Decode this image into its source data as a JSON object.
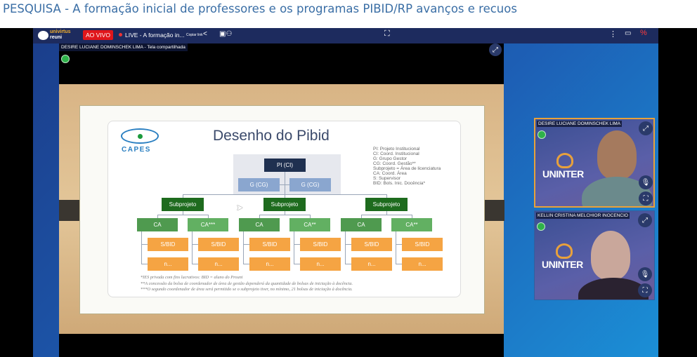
{
  "page_title": "PESQUISA - A formação inicial de professores e os programas PIBID/RP avanços e recuos",
  "topbar": {
    "brand_top": "univirtus",
    "brand_bottom": "reuni",
    "live_badge": "AO VIVO",
    "live_title": "LIVE - A formação in...",
    "copy_link": "Copiar link"
  },
  "share": {
    "label": "DESIRE LUCIANE DOMINSCHEK LIMA - Tela compartilhada"
  },
  "slide": {
    "title": "Desenho do Pibid",
    "logo_text": "CAPES",
    "root": "PI (CI)",
    "groups": [
      "G (CG)",
      "G (CG)"
    ],
    "subprojects": [
      "Subprojeto",
      "Subprojeto",
      "Subprojeto"
    ],
    "cas": [
      "CA",
      "CA***",
      "CA",
      "CA**",
      "CA",
      "CA**"
    ],
    "sbid": "S/BID",
    "n": "n...",
    "legend": [
      "PI: Projeto Institucional",
      "CI: Coord. Institucional",
      "G: Grupo Gestor",
      "CG: Coord. Gestão**",
      "Subprojeto = Área de licenciatura",
      "CA: Coord. Área",
      "S: Supervisor",
      "BID: Bols. Inic. Docência*"
    ],
    "footnotes": [
      "*IES privada com fins lucrativos: BID = aluno do Prouni",
      "**A concessão da bolsa de coordenador de área de gestão dependerá da quantidade de bolsas de iniciação à docência.",
      "***O segundo coordenador de área será permitido se o subprojeto tiver, no mínimo, 21 bolsas de iniciação à docência."
    ]
  },
  "participants": [
    {
      "name": "DESIRE LUCIANE DOMINSCHEK LIMA",
      "logo": "UNINTER"
    },
    {
      "name": "KELLIN CRISTINA MELCHIOR INOCENCIO",
      "logo": "UNINTER"
    }
  ]
}
